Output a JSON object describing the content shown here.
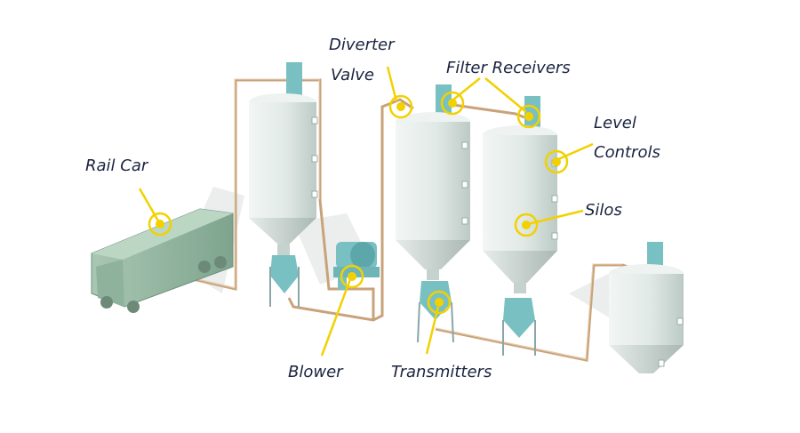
{
  "labels": {
    "rail_car": "Rail Car",
    "diverter_1": "Diverter",
    "diverter_2": "Valve",
    "filter_receivers": "Filter Receivers",
    "level_1": "Level",
    "level_2": "Controls",
    "silos": "Silos",
    "blower": "Blower",
    "transmitters": "Transmitters"
  },
  "colors": {
    "callout": "#f2d100",
    "pipe": "#c9a27a",
    "silo": "#dfe8e4",
    "equipment": "#79c0c2",
    "rail_car": "#9dbda9",
    "text": "#1a2340"
  }
}
